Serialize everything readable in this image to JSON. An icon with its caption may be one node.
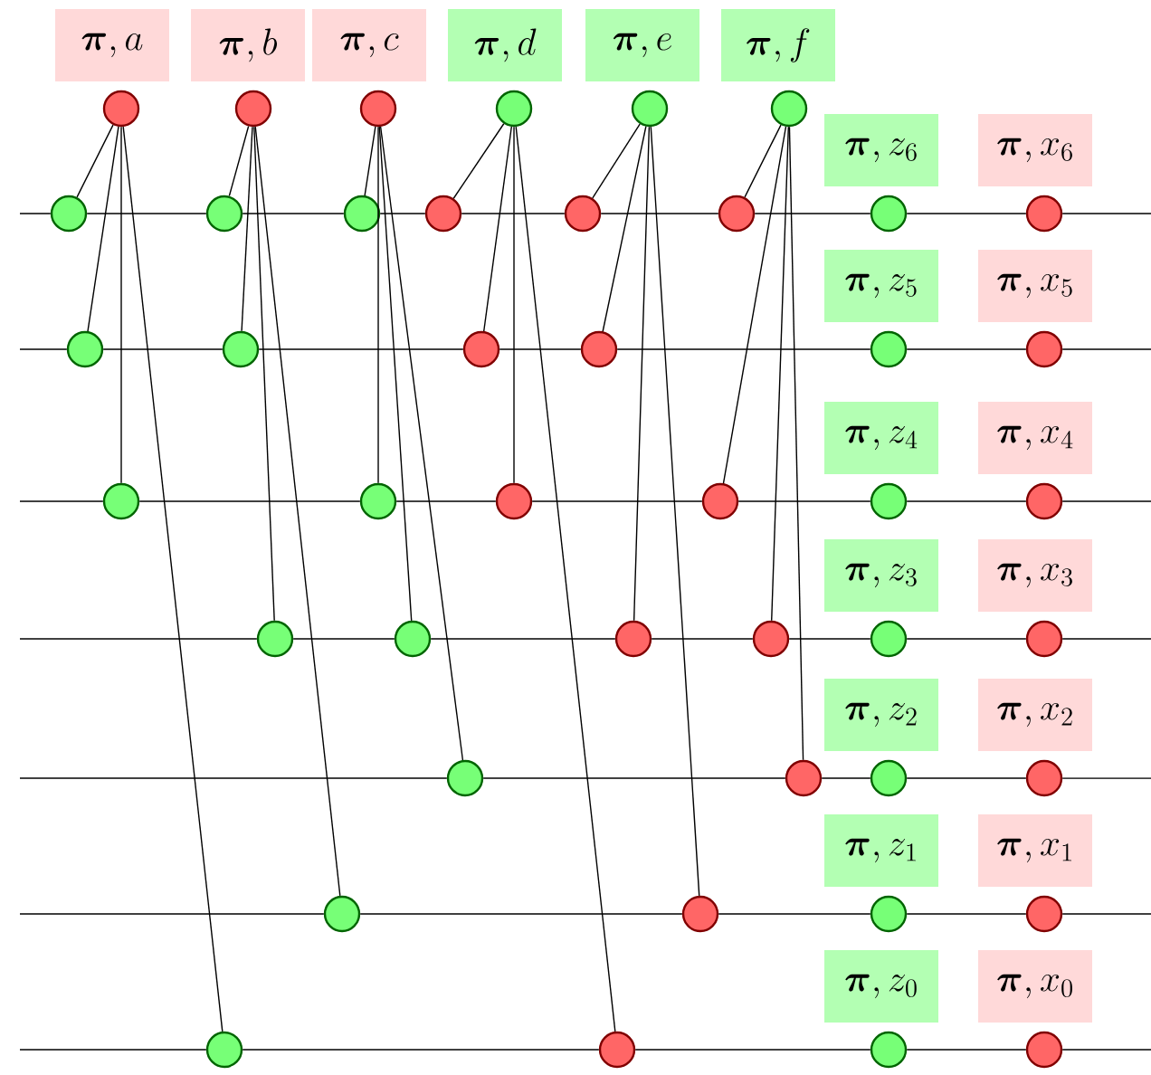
{
  "diagram": {
    "nodes": [
      {
        "text": [
          "\\boldsymbol{\\pi},a"
        ]
      },
      {
        "text": [],
        "shape": "circle"
      },
      {
        "text": [
          "\\boldsymbol{\\pi},b"
        ]
      },
      {
        "text": [],
        "shape": "circle"
      },
      {
        "text": [
          "\\boldsymbol{\\pi},c"
        ]
      },
      {
        "text": [],
        "shape": "circle"
      },
      {
        "text": [
          "\\boldsymbol{\\pi},d"
        ]
      },
      {
        "text": [],
        "shape": "circle"
      },
      {
        "text": [
          "\\boldsymbol{\\pi},e"
        ]
      },
      {
        "text": [],
        "shape": "circle"
      },
      {
        "text": [
          "\\boldsymbol{\\pi},f"
        ]
      },
      {
        "text": [],
        "shape": "circle"
      },
      {
        "text": [
          "\\boldsymbol{\\pi},z_6"
        ]
      },
      {
        "text": [
          "\\boldsymbol{\\pi},x_6"
        ]
      },
      {
        "text": [],
        "shape": "circle"
      },
      {
        "text": [],
        "shape": "circle"
      },
      {
        "text": [],
        "shape": "circle"
      },
      {
        "text": [],
        "shape": "circle"
      },
      {
        "text": [],
        "shape": "circle"
      },
      {
        "text": [],
        "shape": "circle"
      },
      {
        "text": [],
        "shape": "circle"
      },
      {
        "text": [],
        "shape": "circle"
      },
      {
        "text": [
          "\\boldsymbol{\\pi},z_5"
        ]
      },
      {
        "text": [
          "\\boldsymbol{\\pi},x_5"
        ]
      },
      {
        "text": [],
        "shape": "circle"
      },
      {
        "text": [],
        "shape": "circle"
      },
      {
        "text": [],
        "shape": "circle"
      },
      {
        "text": [],
        "shape": "circle"
      },
      {
        "text": [],
        "shape": "circle"
      },
      {
        "text": [],
        "shape": "circle"
      },
      {
        "text": [
          "\\boldsymbol{\\pi},z_4"
        ]
      },
      {
        "text": [
          "\\boldsymbol{\\pi},x_4"
        ]
      },
      {
        "text": [],
        "shape": "circle"
      },
      {
        "text": [],
        "shape": "circle"
      },
      {
        "text": [],
        "shape": "circle"
      },
      {
        "text": [],
        "shape": "circle"
      },
      {
        "text": [],
        "shape": "circle"
      },
      {
        "text": [],
        "shape": "circle"
      },
      {
        "text": [
          "\\boldsymbol{\\pi},z_3"
        ]
      },
      {
        "text": [
          "\\boldsymbol{\\pi},x_3"
        ]
      },
      {
        "text": [],
        "shape": "circle"
      },
      {
        "text": [],
        "shape": "circle"
      },
      {
        "text": [],
        "shape": "circle"
      },
      {
        "text": [],
        "shape": "circle"
      },
      {
        "text": [],
        "shape": "circle"
      },
      {
        "text": [],
        "shape": "circle"
      },
      {
        "text": [
          "\\boldsymbol{\\pi},z_2"
        ]
      },
      {
        "text": [
          "\\boldsymbol{\\pi},x_2"
        ]
      },
      {
        "text": [],
        "shape": "circle"
      },
      {
        "text": [],
        "shape": "circle"
      },
      {
        "text": [],
        "shape": "circle"
      },
      {
        "text": [],
        "shape": "circle"
      },
      {
        "text": [
          "\\boldsymbol{\\pi},z_1"
        ]
      },
      {
        "text": [
          "\\boldsymbol{\\pi},x_1"
        ]
      },
      {
        "text": [],
        "shape": "circle"
      },
      {
        "text": [],
        "shape": "circle"
      },
      {
        "text": [],
        "shape": "circle"
      },
      {
        "text": [],
        "shape": "circle"
      },
      {
        "text": [
          "\\boldsymbol{\\pi},z_0"
        ]
      },
      {
        "text": [
          "\\boldsymbol{\\pi},x_0"
        ]
      },
      {
        "text": [],
        "shape": "circle"
      },
      {
        "text": [],
        "shape": "circle"
      },
      {
        "text": [],
        "shape": "circle"
      },
      {
        "text": [],
        "shape": "circle"
      }
    ],
    "edges": [
      {
        "from": 1,
        "to": 14,
        "arrow": "none"
      },
      {
        "from": 1,
        "to": 24,
        "arrow": "none"
      },
      {
        "from": 1,
        "to": 32,
        "arrow": "none"
      },
      {
        "from": 1,
        "to": 60,
        "arrow": "none"
      },
      {
        "from": 3,
        "to": 15,
        "arrow": "none"
      },
      {
        "from": 3,
        "to": 25,
        "arrow": "none"
      },
      {
        "from": 3,
        "to": 40,
        "arrow": "none"
      },
      {
        "from": 3,
        "to": 54,
        "arrow": "none"
      },
      {
        "from": 5,
        "to": 16,
        "arrow": "none"
      },
      {
        "from": 5,
        "to": 33,
        "arrow": "none"
      },
      {
        "from": 5,
        "to": 41,
        "arrow": "none"
      },
      {
        "from": 5,
        "to": 48,
        "arrow": "none"
      },
      {
        "from": 7,
        "to": 17,
        "arrow": "none"
      },
      {
        "from": 7,
        "to": 26,
        "arrow": "none"
      },
      {
        "from": 7,
        "to": 34,
        "arrow": "none"
      },
      {
        "from": 7,
        "to": 61,
        "arrow": "none"
      },
      {
        "from": 9,
        "to": 18,
        "arrow": "none"
      },
      {
        "from": 9,
        "to": 27,
        "arrow": "none"
      },
      {
        "from": 9,
        "to": 42,
        "arrow": "none"
      },
      {
        "from": 9,
        "to": 55,
        "arrow": "none"
      },
      {
        "from": 11,
        "to": 19,
        "arrow": "none"
      },
      {
        "from": 11,
        "to": 35,
        "arrow": "none"
      },
      {
        "from": 11,
        "to": 43,
        "arrow": "none"
      },
      {
        "from": 11,
        "to": 49,
        "arrow": "none"
      },
      {
        "from": null,
        "to": 14,
        "arrow": "none"
      },
      {
        "from": 14,
        "to": 15,
        "arrow": "none"
      },
      {
        "from": 15,
        "to": 16,
        "arrow": "none"
      },
      {
        "from": 16,
        "to": 17,
        "arrow": "none"
      },
      {
        "from": 17,
        "to": 18,
        "arrow": "none"
      },
      {
        "from": 18,
        "to": 19,
        "arrow": "none"
      },
      {
        "from": 19,
        "to": 20,
        "arrow": "none"
      },
      {
        "from": 20,
        "to": 21,
        "arrow": "none"
      },
      {
        "from": 21,
        "to": null,
        "arrow": "none"
      },
      {
        "from": null,
        "to": 24,
        "arrow": "none"
      },
      {
        "from": 24,
        "to": 25,
        "arrow": "none"
      },
      {
        "from": 25,
        "to": 26,
        "arrow": "none"
      },
      {
        "from": 26,
        "to": 27,
        "arrow": "none"
      },
      {
        "from": 27,
        "to": 28,
        "arrow": "none"
      },
      {
        "from": 28,
        "to": 29,
        "arrow": "none"
      },
      {
        "from": 29,
        "to": null,
        "arrow": "none"
      },
      {
        "from": null,
        "to": 32,
        "arrow": "none"
      },
      {
        "from": 32,
        "to": 33,
        "arrow": "none"
      },
      {
        "from": 33,
        "to": 34,
        "arrow": "none"
      },
      {
        "from": 34,
        "to": 35,
        "arrow": "none"
      },
      {
        "from": 35,
        "to": 36,
        "arrow": "none"
      },
      {
        "from": 36,
        "to": 37,
        "arrow": "none"
      },
      {
        "from": 37,
        "to": null,
        "arrow": "none"
      },
      {
        "from": null,
        "to": 40,
        "arrow": "none"
      },
      {
        "from": 40,
        "to": 41,
        "arrow": "none"
      },
      {
        "from": 41,
        "to": 42,
        "arrow": "none"
      },
      {
        "from": 42,
        "to": 43,
        "arrow": "none"
      },
      {
        "from": 43,
        "to": 44,
        "arrow": "none"
      },
      {
        "from": 44,
        "to": 45,
        "arrow": "none"
      },
      {
        "from": 45,
        "to": null,
        "arrow": "none"
      },
      {
        "from": null,
        "to": 48,
        "arrow": "none"
      },
      {
        "from": 48,
        "to": 49,
        "arrow": "none"
      },
      {
        "from": 49,
        "to": 50,
        "arrow": "none"
      },
      {
        "from": 50,
        "to": 51,
        "arrow": "none"
      },
      {
        "from": 51,
        "to": null,
        "arrow": "none"
      },
      {
        "from": null,
        "to": 54,
        "arrow": "none"
      },
      {
        "from": 54,
        "to": 55,
        "arrow": "none"
      },
      {
        "from": 55,
        "to": 56,
        "arrow": "none"
      },
      {
        "from": 56,
        "to": 57,
        "arrow": "none"
      },
      {
        "from": 57,
        "to": null,
        "arrow": "none"
      },
      {
        "from": null,
        "to": 60,
        "arrow": "none"
      },
      {
        "from": 60,
        "to": 61,
        "arrow": "none"
      },
      {
        "from": 61,
        "to": 62,
        "arrow": "none"
      },
      {
        "from": 62,
        "to": 63,
        "arrow": "none"
      },
      {
        "from": 63,
        "to": null,
        "arrow": "none"
      }
    ]
  }
}
